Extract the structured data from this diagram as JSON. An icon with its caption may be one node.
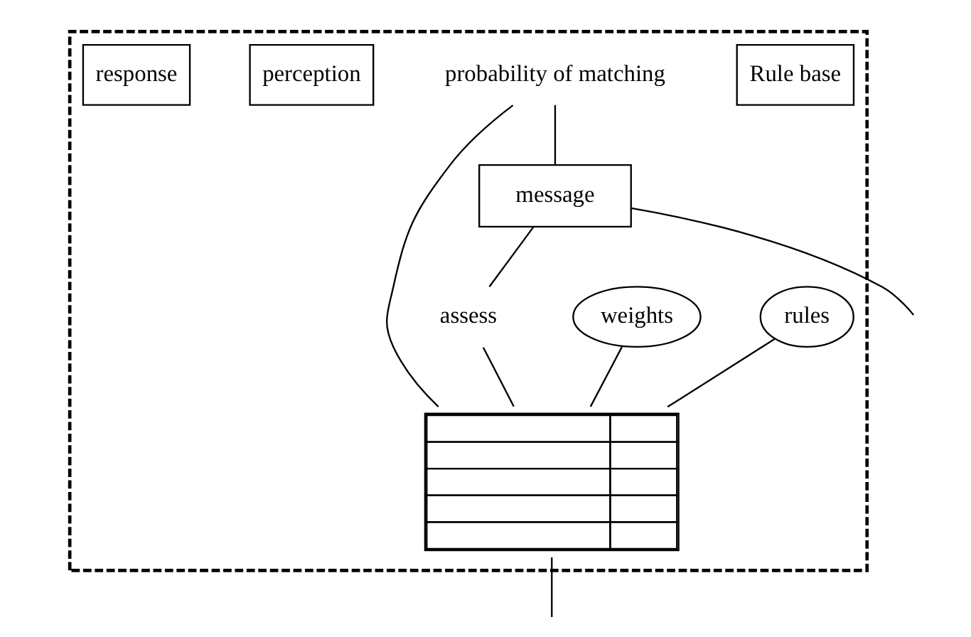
{
  "diagram": {
    "nodes": [
      {
        "text": [],
        "shape": "box"
      },
      {
        "text": [
          "rules"
        ],
        "in": 0
      },
      {
        "text": [
          "Rule base"
        ],
        "in": 0
      },
      {
        "text": [
          "weights"
        ],
        "in": 0
      },
      {
        "text": [],
        "shape": "table",
        "in": 0
      },
      {
        "text": [
          "probability of matching"
        ],
        "in": 0
      },
      {
        "text": [
          "message"
        ],
        "in": 0
      },
      {
        "text": [
          "assess"
        ],
        "in": 0
      },
      {
        "text": [
          "perception"
        ],
        "in": 0
      },
      {
        "text": [
          "response"
        ],
        "in": 0
      }
    ],
    "edges": [
      {
        "from": 1,
        "to": 4,
        "arrow": "none"
      },
      {
        "from": 3,
        "to": 4,
        "arrow": "none"
      },
      {
        "from": 5,
        "to": 4,
        "arrow": "none"
      },
      {
        "from": 5,
        "to": 6,
        "arrow": "none"
      },
      {
        "from": 6,
        "to": 7,
        "arrow": "none"
      },
      {
        "from": 7,
        "to": 4,
        "arrow": "none"
      },
      {
        "from": 6,
        "to": null,
        "arrow": "none"
      },
      {
        "from": 4,
        "to": null,
        "arrow": "none"
      }
    ]
  }
}
